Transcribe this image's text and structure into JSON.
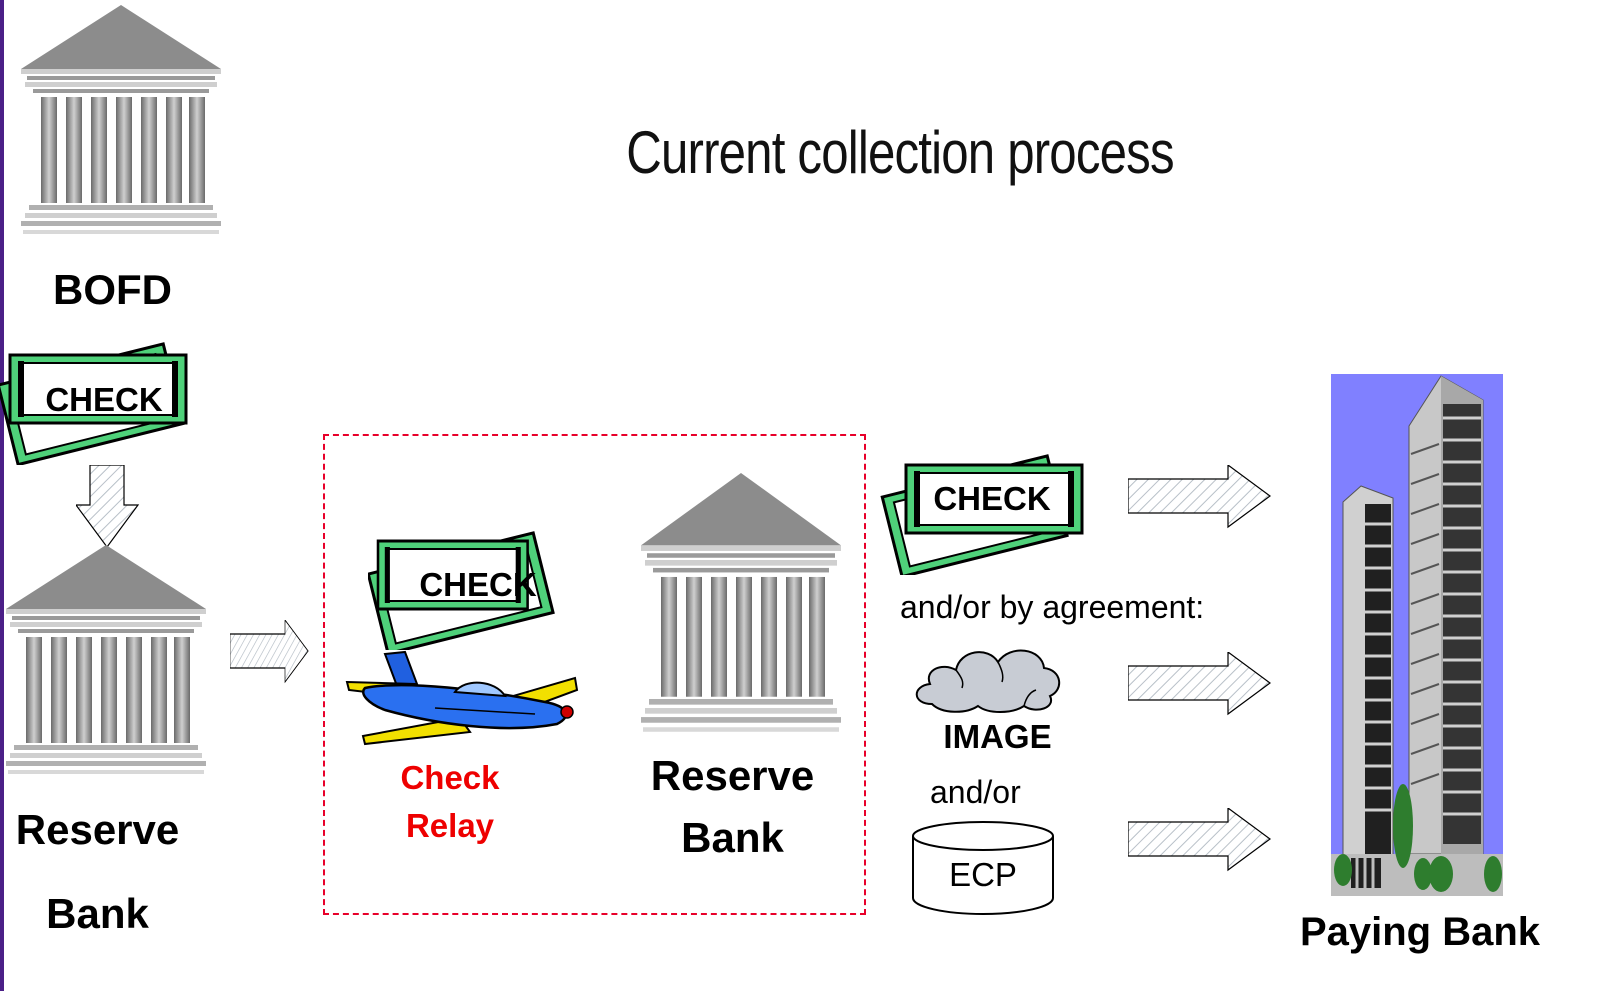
{
  "title": "Current collection process",
  "labels": {
    "bofd": "BOFD",
    "reserve_bank_left_line1": "Reserve",
    "reserve_bank_left_line2": "Bank",
    "check_relay_line1": "Check",
    "check_relay_line2": "Relay",
    "reserve_bank_center_line1": "Reserve",
    "reserve_bank_center_line2": "Bank",
    "paying_bank": "Paying Bank"
  },
  "checks": {
    "check_text": "CHECK"
  },
  "options": {
    "by_agreement": "and/or by agreement:",
    "image": "IMAGE",
    "and_or": "and/or",
    "ecp": "ECP"
  },
  "colors": {
    "accent_border": "#4b1f87",
    "relay_box_border": "#e8002a",
    "check_green": "#4fd17a",
    "building_gray": "#8c8c8c",
    "sky_blue": "#8080ff",
    "relay_label": "#ee0000"
  }
}
